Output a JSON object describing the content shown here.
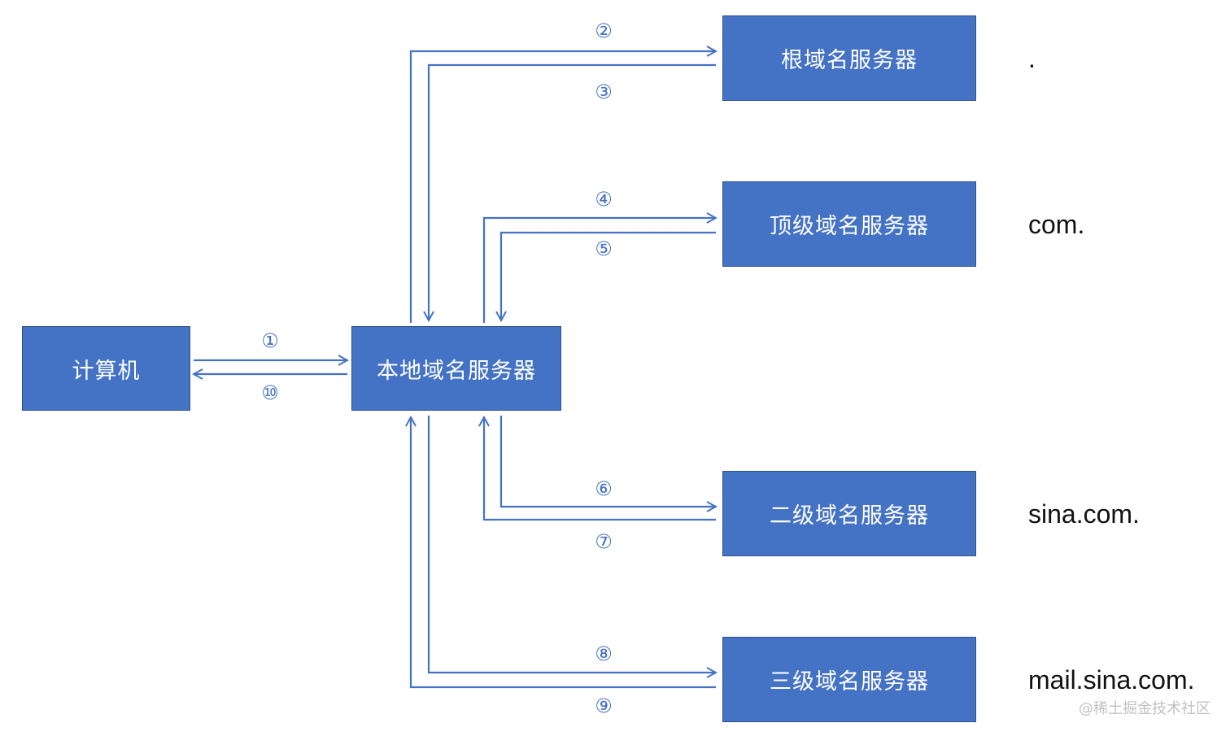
{
  "nodes": {
    "computer": "计算机",
    "local_dns": "本地域名服务器",
    "root_dns": "根域名服务器",
    "tld_dns": "顶级域名服务器",
    "second_level_dns": "二级域名服务器",
    "third_level_dns": "三级域名服务器"
  },
  "zones": {
    "root": ".",
    "tld": "com.",
    "second_level": "sina.com.",
    "third_level": "mail.sina.com."
  },
  "steps": {
    "s1": "①",
    "s2": "②",
    "s3": "③",
    "s4": "④",
    "s5": "⑤",
    "s6": "⑥",
    "s7": "⑦",
    "s8": "⑧",
    "s9": "⑨",
    "s10": "⑩"
  },
  "watermark": "@稀土掘金技术社区",
  "colors": {
    "box_fill": "#4472c4",
    "box_border": "#2f528f",
    "arrow": "#4472c4"
  }
}
